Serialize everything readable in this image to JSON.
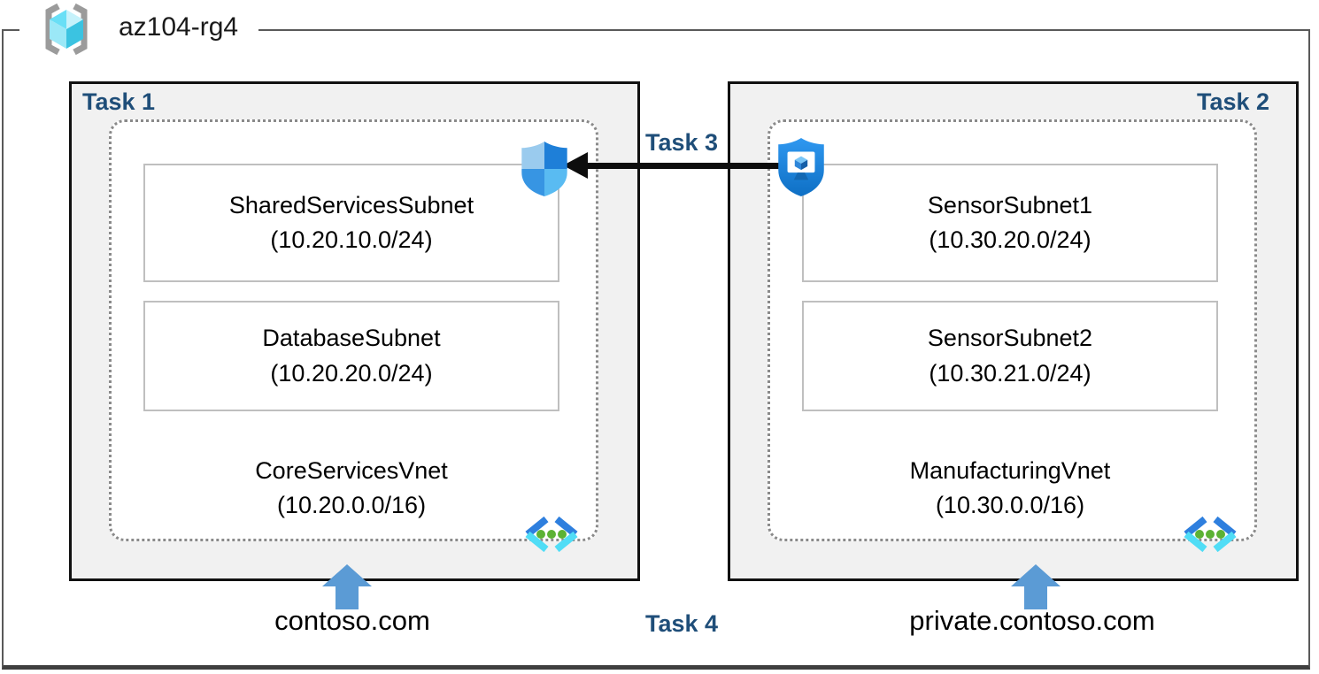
{
  "diagram": {
    "resource_group": "az104-rg4",
    "task_labels": {
      "task1": "Task 1",
      "task2": "Task 2",
      "task3": "Task 3",
      "task4": "Task 4"
    },
    "left": {
      "vnet_name": "CoreServicesVnet",
      "vnet_cidr": "(10.20.0.0/16)",
      "dns_zone": "contoso.com",
      "subnets": [
        {
          "name": "SharedServicesSubnet",
          "cidr": "(10.20.10.0/24)"
        },
        {
          "name": "DatabaseSubnet",
          "cidr": "(10.20.20.0/24)"
        }
      ]
    },
    "right": {
      "vnet_name": "ManufacturingVnet",
      "vnet_cidr": "(10.30.0.0/16)",
      "dns_zone": "private.contoso.com",
      "subnets": [
        {
          "name": "SensorSubnet1",
          "cidr": "(10.30.20.0/24)"
        },
        {
          "name": "SensorSubnet2",
          "cidr": "(10.30.21.0/24)"
        }
      ]
    },
    "icons": {
      "resource_group": "resource-group-icon",
      "nsg": "network-security-group-shield-icon",
      "bastion": "bastion-shield-icon",
      "vnet": "virtual-network-icon",
      "dns_arrow": "up-arrow-icon",
      "peering_arrow": "left-black-arrow"
    },
    "colors": {
      "task_label": "#1f4e79",
      "panel_fill": "#f1f1f1",
      "arrow_blue": "#5b9bd5",
      "frame_gray": "#595959",
      "vnet_cyan": "#50ddf6",
      "vnet_blue": "#2e7fde",
      "dot_green": "#5cb234"
    }
  }
}
